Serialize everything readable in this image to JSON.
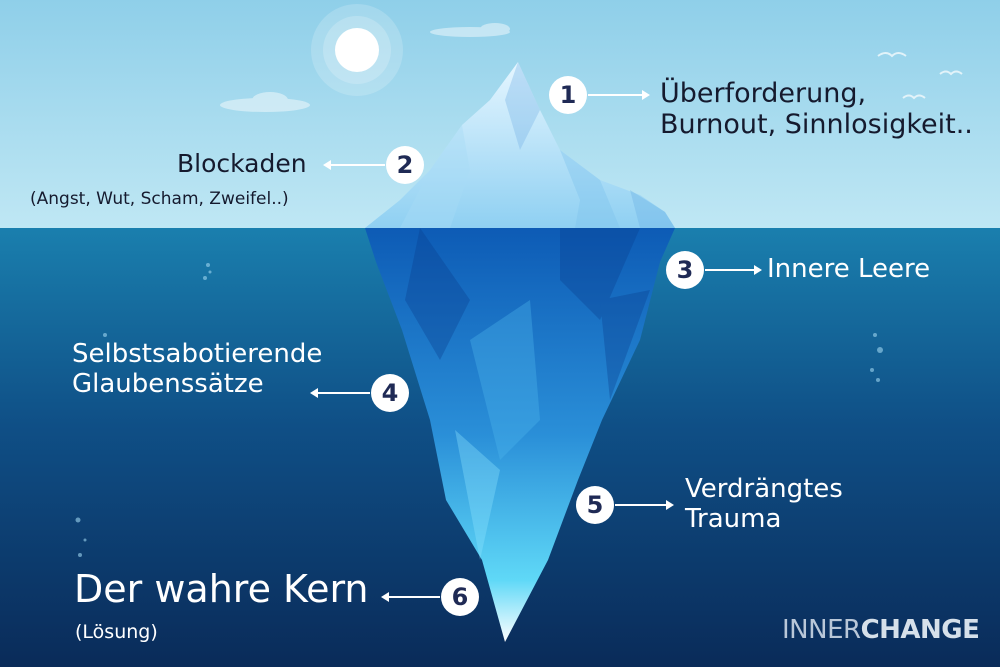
{
  "colors": {
    "sky_top": "#8fcfe9",
    "sky_bottom": "#bfe7f4",
    "water_top": "#1a7fae",
    "water_bottom": "#0a2b59",
    "marker_text": "#1f2a55"
  },
  "items": [
    {
      "number": "1",
      "lines": [
        "Überforderung,",
        "Burnout, Sinnlosigkeit.."
      ]
    },
    {
      "number": "2",
      "lines": [
        "Blockaden",
        "(Angst, Wut, Scham, Zweifel..)"
      ]
    },
    {
      "number": "3",
      "lines": [
        "Innere Leere"
      ]
    },
    {
      "number": "4",
      "lines": [
        "Selbstsabotierende",
        "Glaubenssätze"
      ]
    },
    {
      "number": "5",
      "lines": [
        "Verdrängtes",
        "Trauma"
      ]
    },
    {
      "number": "6",
      "lines": [
        "Der wahre Kern",
        "(Lösung)"
      ]
    }
  ],
  "logo": {
    "part1": "INNER",
    "part2": "CHANGE"
  }
}
